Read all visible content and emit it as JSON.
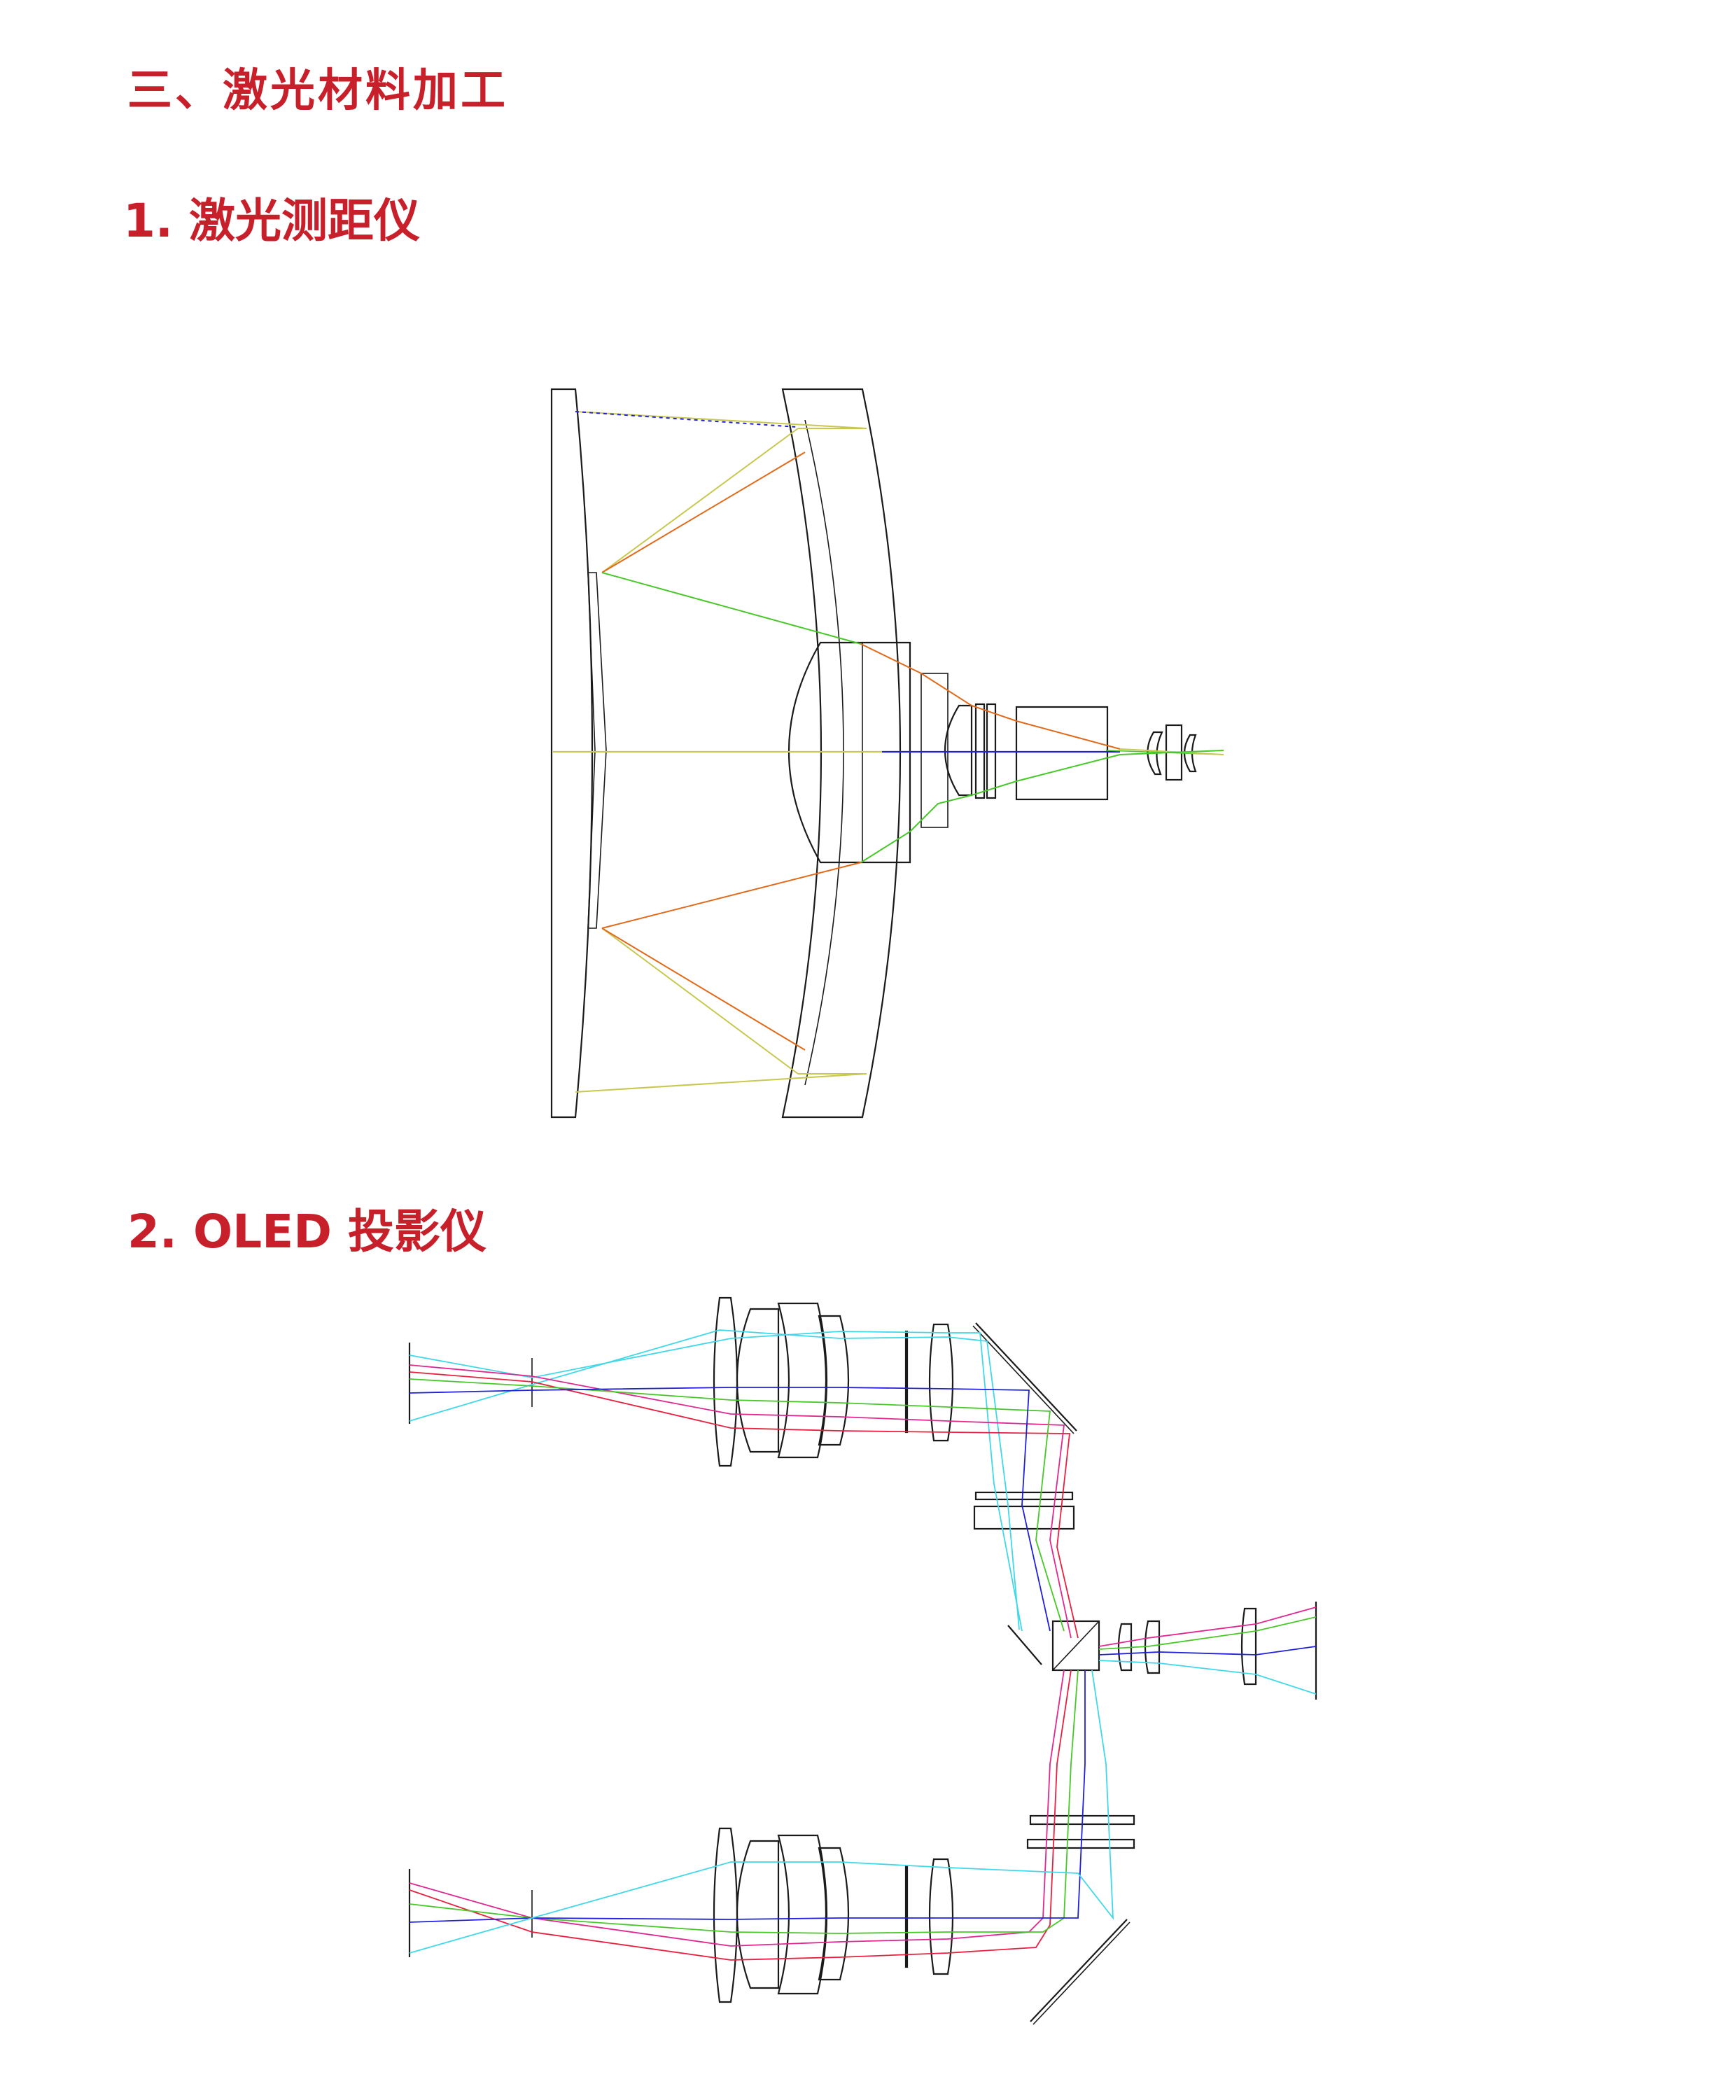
{
  "section": {
    "title": "三、激光材料加工"
  },
  "subsections": [
    {
      "label": "1. 激光测距仪"
    },
    {
      "label": "2. OLED 投影仪"
    }
  ],
  "colors": {
    "heading": "#c8202b",
    "ray_yellow": "#c8c850",
    "ray_orange": "#e06a1a",
    "ray_green": "#48c828",
    "ray_blue": "#2020d8",
    "ray_cyan": "#40d8e8",
    "ray_magenta": "#e02890",
    "ray_red": "#e82040",
    "lens_stroke": "#1a1a1a"
  }
}
